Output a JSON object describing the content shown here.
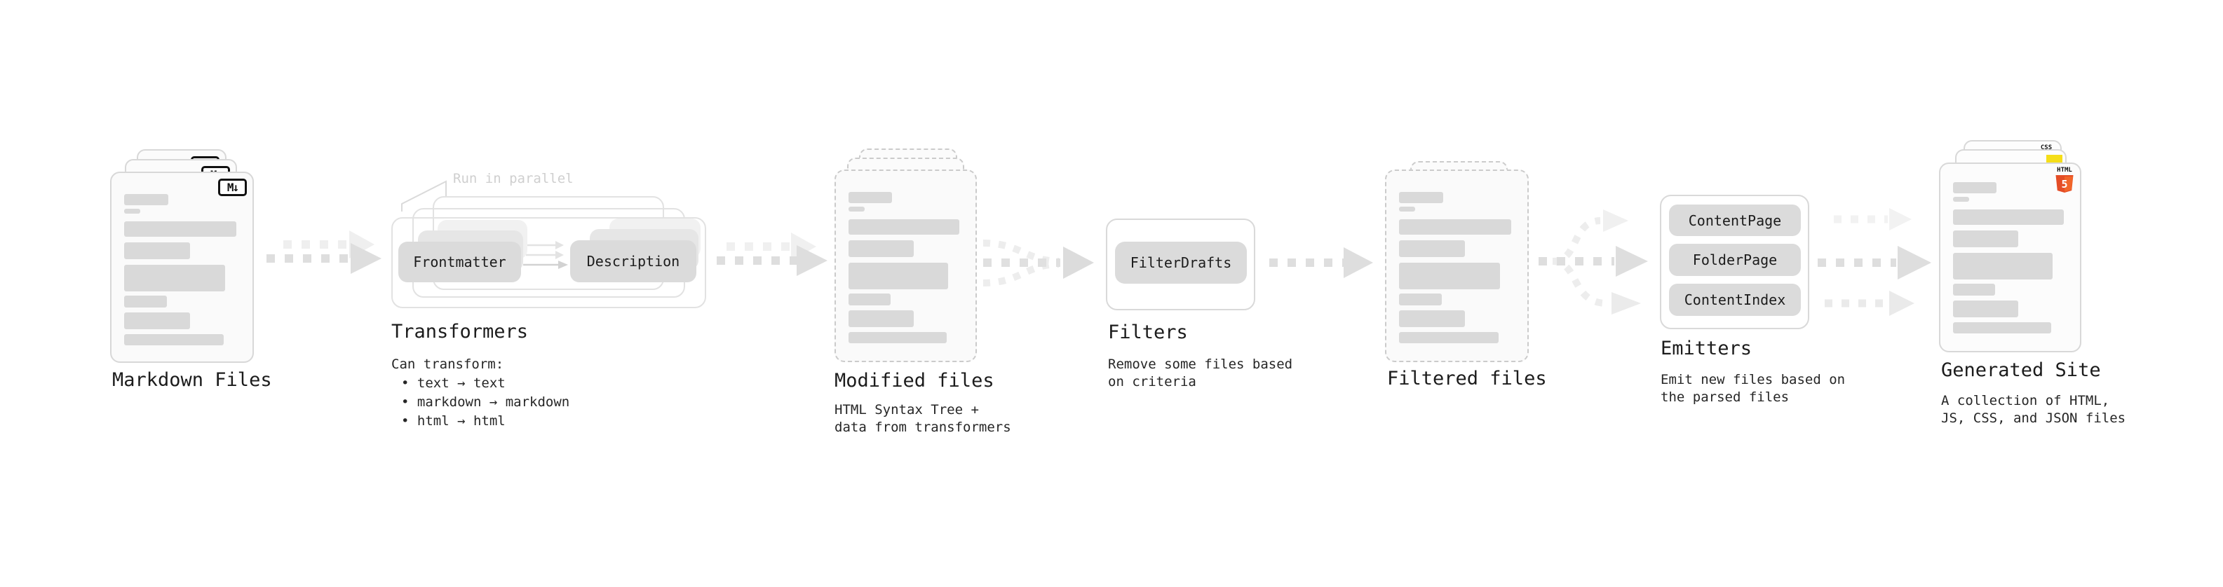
{
  "colors": {
    "card_border": "#d8d8d8",
    "skeleton": "#d9d9d9",
    "pill_bg": "#dbdbdb",
    "arrow_dark": "#dedede",
    "arrow_light": "#efefef",
    "note_gray": "#cfcfcf",
    "css_blue": "#1b6ef3",
    "js_yellow": "#f5de19",
    "html5_orange": "#e44d26"
  },
  "stages": {
    "markdown": {
      "label": "Markdown Files",
      "icon_text": "M↓"
    },
    "transformers": {
      "label": "Transformers",
      "note": "Run in parallel",
      "pill_left": "Frontmatter",
      "pill_right": "Description",
      "desc_title": "Can transform:",
      "bullet_1": "• text → text",
      "bullet_2": "• markdown → markdown",
      "bullet_3": "• html → html"
    },
    "modified": {
      "label": "Modified files",
      "desc_1": "HTML Syntax Tree +",
      "desc_2": "data from transformers"
    },
    "filters": {
      "label": "Filters",
      "pill": "FilterDrafts",
      "desc_1": "Remove some files based",
      "desc_2": "on criteria"
    },
    "filtered": {
      "label": "Filtered files"
    },
    "emitters": {
      "label": "Emitters",
      "pill_1": "ContentPage",
      "pill_2": "FolderPage",
      "pill_3": "ContentIndex",
      "desc_1": "Emit new files based on",
      "desc_2": "the parsed files"
    },
    "generated": {
      "label": "Generated Site",
      "desc_1": "A collection of HTML,",
      "desc_2": "JS, CSS, and JSON files",
      "css_badge": "CSS",
      "html_badge": "HTML",
      "html5_number": "5"
    }
  }
}
